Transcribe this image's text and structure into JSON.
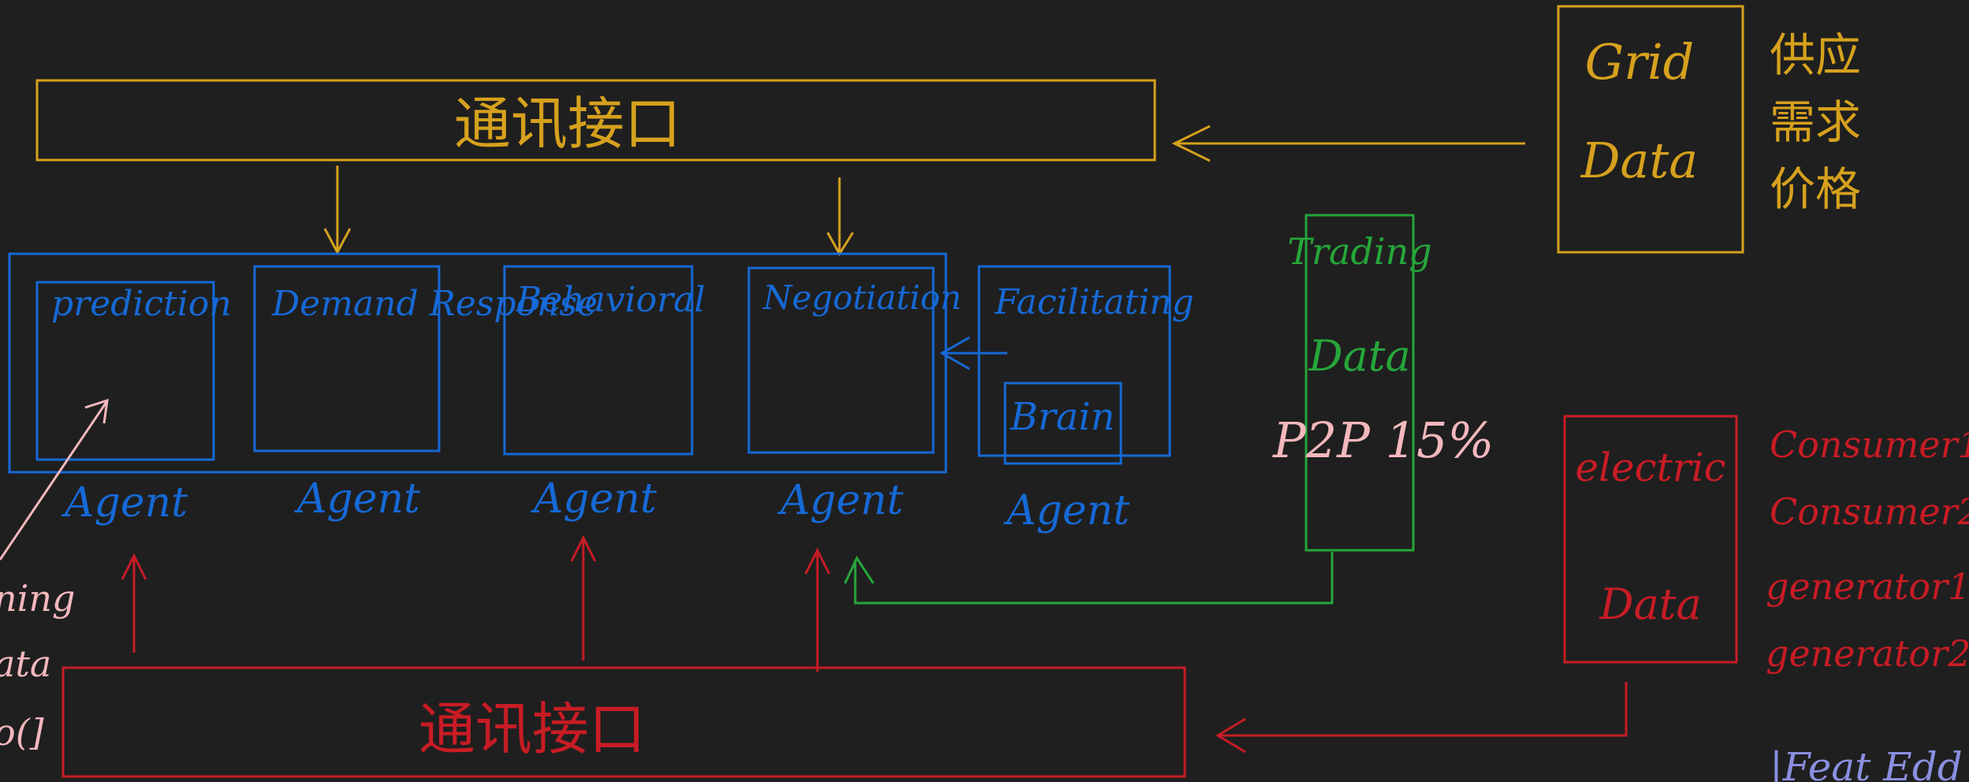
{
  "colors": {
    "background": "#1f1f1f",
    "yellow": "#d6a11d",
    "blue": "#1669d6",
    "green": "#26a63a",
    "red": "#c81c25",
    "pink": "#f3b8bd",
    "purple": "#8a8fe0"
  },
  "top_interface": {
    "label": "通讯接口"
  },
  "bottom_interface": {
    "label": "通讯接口"
  },
  "grid_data": {
    "line1": "Grid",
    "line2": "Data"
  },
  "grid_notes": [
    "供应",
    "需求",
    "价格"
  ],
  "agents": [
    {
      "title": "prediction",
      "caption": "Agent"
    },
    {
      "title": "Demand Response",
      "caption": "Agent"
    },
    {
      "title": "Behavioral",
      "caption": "Agent"
    },
    {
      "title": "Negotiation",
      "caption": "Agent"
    }
  ],
  "facilitating": {
    "title": "Facilitating",
    "inner": "Brain",
    "caption": "Agent"
  },
  "trading_data": {
    "line1": "Trading",
    "line2": "Data"
  },
  "p2p_note": "P2P 15%",
  "electric_data": {
    "line1": "electric",
    "line2": "Data"
  },
  "electric_list": [
    "Consumer1",
    "Consumer2",
    "generator1",
    "generator2"
  ],
  "left_partial": [
    "ning",
    "ata",
    "o(]"
  ],
  "bottom_right_partial": "|Feat Edd"
}
